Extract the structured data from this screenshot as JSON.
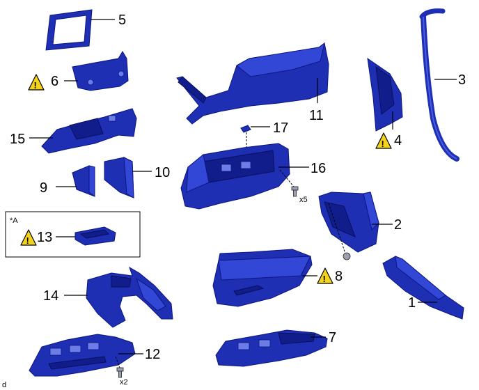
{
  "labels": {
    "p1": "1",
    "p2": "2",
    "p3": "3",
    "p4": "4",
    "p5": "5",
    "p6": "6",
    "p7": "7",
    "p8": "8",
    "p9": "9",
    "p10": "10",
    "p11": "11",
    "p12": "12",
    "p13": "13",
    "p14": "14",
    "p15": "15",
    "p16": "16",
    "p17": "17"
  },
  "quantities": {
    "q16": "x5",
    "q12": "x2"
  },
  "inset_label": "*A",
  "footer_code": "d",
  "warning_glyph": "!",
  "colors": {
    "part_blue": "#1e2fb4",
    "warning_yellow": "#f2d21a"
  },
  "icons": {
    "caution": "caution-triangle-icon",
    "bolt": "bolt-icon"
  }
}
